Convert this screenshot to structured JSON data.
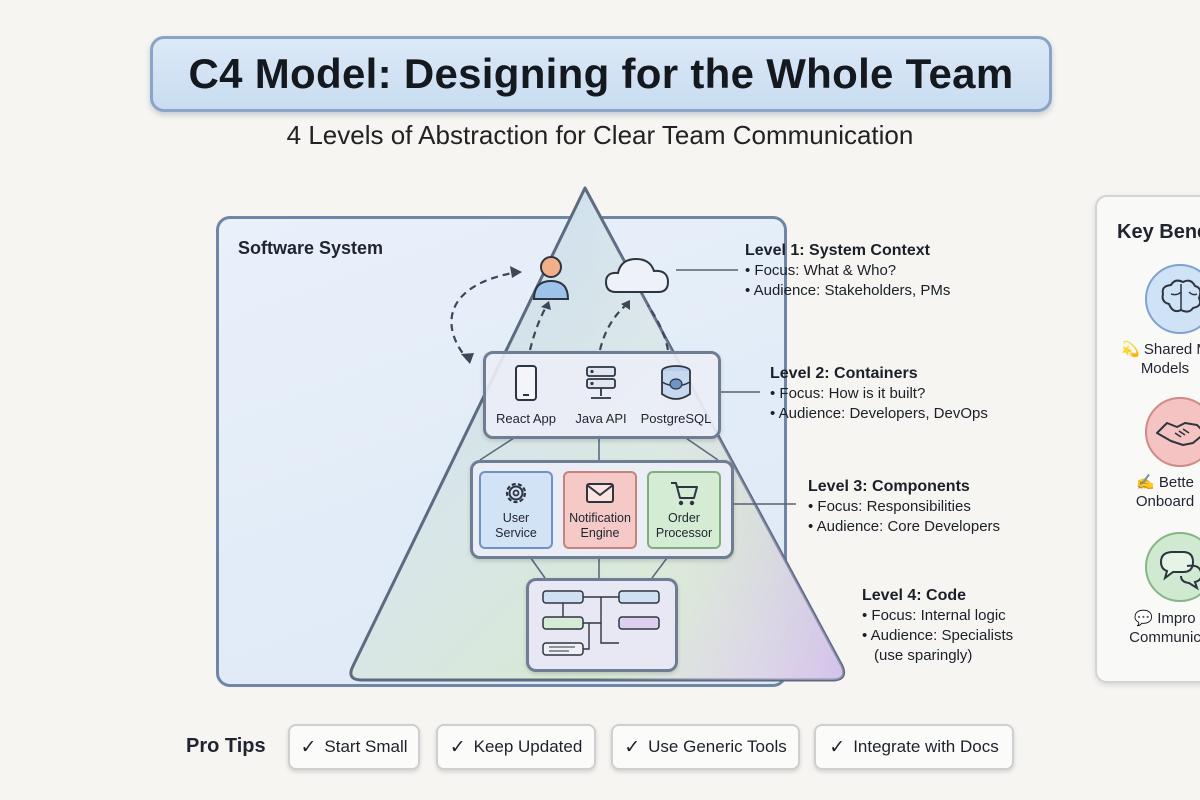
{
  "title": "C4 Model: Designing for the Whole Team",
  "subtitle": "4 Levels of Abstraction for Clear Team Communication",
  "software_system_label": "Software System",
  "containers": [
    {
      "label": "React App",
      "icon": "mobile-phone-icon"
    },
    {
      "label": "Java API",
      "icon": "server-icon"
    },
    {
      "label": "PostgreSQL",
      "icon": "database-icon"
    }
  ],
  "components": [
    {
      "line1": "User",
      "line2": "Service",
      "icon": "gear-icon"
    },
    {
      "line1": "Notification",
      "line2": "Engine",
      "icon": "envelope-icon"
    },
    {
      "line1": "Order",
      "line2": "Processor",
      "icon": "shopping-cart-icon"
    }
  ],
  "levels": [
    {
      "title": "Level 1: System Context",
      "focus": "• Focus: What & Who?",
      "audience": "• Audience: Stakeholders, PMs"
    },
    {
      "title": "Level 2: Containers",
      "focus": "• Focus: How is it built?",
      "audience": "• Audience: Developers, DevOps"
    },
    {
      "title": "Level 3: Components",
      "focus": "• Focus: Responsibilities",
      "audience": "• Audience: Core Developers"
    },
    {
      "title": "Level 4: Code",
      "focus": "• Focus: Internal logic",
      "audience": "• Audience: Specialists",
      "note": "(use sparingly)"
    }
  ],
  "benefits": {
    "title": "Key Bene",
    "items": [
      {
        "line1": "💫 Shared M",
        "line2": "Models",
        "icon": "brain-icon",
        "color": "#cfe2f6"
      },
      {
        "line1": "✍ Bette",
        "line2": "Onboard",
        "icon": "handshake-icon",
        "color": "#f5c4c2"
      },
      {
        "line1": "💬 Impro",
        "line2": "Communic",
        "icon": "chat-bubbles-icon",
        "color": "#cfead0"
      }
    ]
  },
  "pro_tips": {
    "label": "Pro Tips",
    "check": "✓",
    "items": [
      "Start Small",
      "Keep Updated",
      "Use Generic Tools",
      "Integrate with Docs"
    ]
  },
  "colors": {
    "pyramid_blue": "#c9daf0",
    "pyramid_green": "#cde7cc",
    "pyramid_purple": "#ddd0ee",
    "outline": "#5d6a80"
  }
}
